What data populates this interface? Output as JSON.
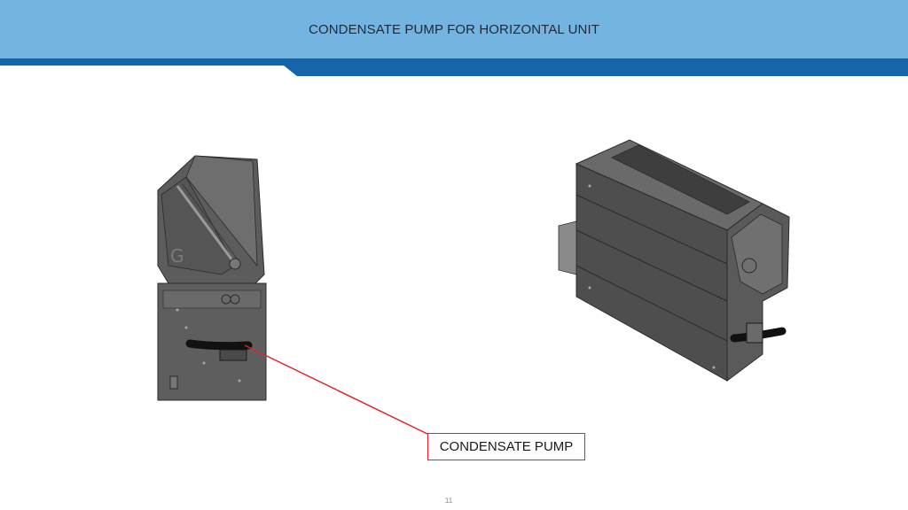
{
  "slide": {
    "title": "CONDENSATE PUMP FOR HORIZONTAL UNIT",
    "callout_label": "CONDENSATE PUMP",
    "page_number": "11"
  },
  "colors": {
    "header_light": "#73b4e1",
    "header_dark": "#1565a8",
    "callout_red": "#e0242a",
    "unit_gray": "#5a5a5a"
  },
  "images": [
    {
      "name": "horizontal-unit-side-view",
      "description_icon": "unit-side-view-drawing"
    },
    {
      "name": "horizontal-unit-isometric-view",
      "description_icon": "unit-isometric-drawing"
    }
  ]
}
